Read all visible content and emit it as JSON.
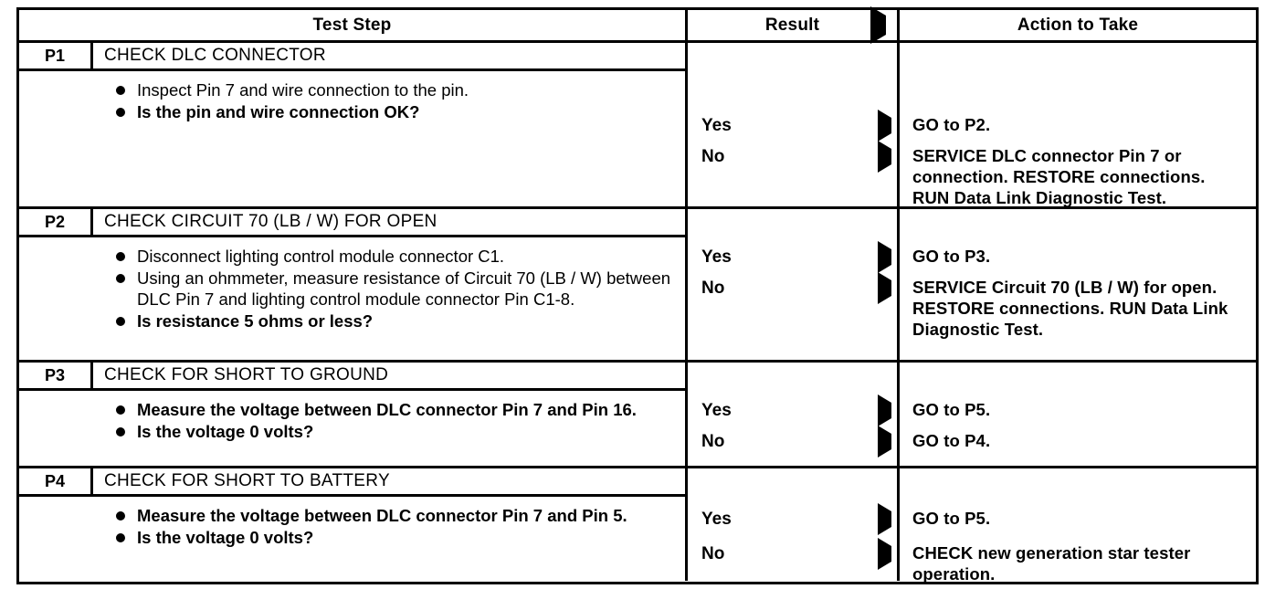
{
  "table": {
    "headers": {
      "test_step": "Test Step",
      "result": "Result",
      "result_arrow_icon": "triangle-right-icon",
      "action": "Action to Take"
    },
    "rows": [
      {
        "id": "P1",
        "title": "CHECK DLC CONNECTOR",
        "bullets": [
          {
            "text": "Inspect Pin 7 and wire connection to the pin.",
            "bold": false
          },
          {
            "text": "Is the pin and wire connection OK?",
            "bold": true
          }
        ],
        "results": [
          {
            "label": "Yes",
            "arrow_icon": "triangle-right-icon",
            "action": "GO to P2."
          },
          {
            "label": "No",
            "arrow_icon": "triangle-right-icon",
            "action": "SERVICE DLC connector Pin 7 or connection. RESTORE connections. RUN Data Link Diagnostic Test."
          }
        ]
      },
      {
        "id": "P2",
        "title": "CHECK CIRCUIT 70 (LB / W) FOR OPEN",
        "bullets": [
          {
            "text": "Disconnect lighting control module connector C1.",
            "bold": false
          },
          {
            "text": "Using an ohmmeter, measure resistance of Circuit 70 (LB / W) between DLC Pin 7 and lighting control module connector Pin C1-8.",
            "bold": false
          },
          {
            "text": "Is resistance 5 ohms or less?",
            "bold": true
          }
        ],
        "results": [
          {
            "label": "Yes",
            "arrow_icon": "triangle-right-icon",
            "action": "GO to P3."
          },
          {
            "label": "No",
            "arrow_icon": "triangle-right-icon",
            "action": "SERVICE Circuit 70 (LB / W) for open. RESTORE connections. RUN Data Link Diagnostic Test."
          }
        ]
      },
      {
        "id": "P3",
        "title": "CHECK FOR SHORT TO GROUND",
        "bullets": [
          {
            "text": "Measure the voltage between DLC connector Pin 7 and Pin 16.",
            "bold": true
          },
          {
            "text": "Is the voltage 0 volts?",
            "bold": true
          }
        ],
        "results": [
          {
            "label": "Yes",
            "arrow_icon": "triangle-right-icon",
            "action": "GO to P5."
          },
          {
            "label": "No",
            "arrow_icon": "triangle-right-icon",
            "action": "GO to P4."
          }
        ]
      },
      {
        "id": "P4",
        "title": "CHECK FOR SHORT TO BATTERY",
        "bullets": [
          {
            "text": "Measure the voltage between DLC connector Pin 7 and Pin 5.",
            "bold": true
          },
          {
            "text": "Is the voltage 0 volts?",
            "bold": true
          }
        ],
        "results": [
          {
            "label": "Yes",
            "arrow_icon": "triangle-right-icon",
            "action": "GO to P5."
          },
          {
            "label": "No",
            "arrow_icon": "triangle-right-icon",
            "action": "CHECK new generation star tester operation."
          }
        ]
      }
    ]
  },
  "colors": {
    "ink": "#000000",
    "paper": "#ffffff"
  }
}
